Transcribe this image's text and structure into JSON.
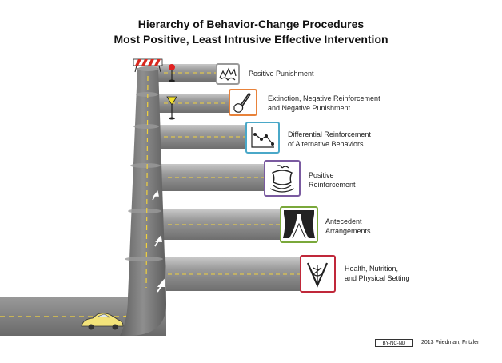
{
  "title": {
    "line1": "Hierarchy of Behavior-Change Procedures",
    "line2": "Most Positive, Least Intrusive Effective Intervention"
  },
  "levels": [
    {
      "label": "Positive Punishment",
      "icon": "abstract-scribble-icon",
      "color": "#9a9a9a"
    },
    {
      "label": "Extinction, Negative Reinforcement\nand Negative Punishment",
      "icon": "hand-with-brush-icon",
      "color": "#e8823a"
    },
    {
      "label": "Differential Reinforcement\nof Alternative Behaviors",
      "icon": "descending-line-chart-icon",
      "color": "#4aa8c8"
    },
    {
      "label": "Positive\nReinforcement",
      "icon": "treat-pouch-icon",
      "color": "#7a5aa0"
    },
    {
      "label": "Antecedent\nArrangements",
      "icon": "stage-curtain-icon",
      "color": "#7aa83a"
    },
    {
      "label": "Health, Nutrition,\nand Physical Setting",
      "icon": "caduceus-icon",
      "color": "#c0283a"
    }
  ],
  "signs": {
    "stop": "red-stop-light-icon",
    "yield": "yellow-yield-sign-icon",
    "barrier": "road-barrier-icon",
    "vehicle": "yellow-car-icon"
  },
  "footer": {
    "license": "BY-NC-ND",
    "credit": "2013 Friedman, Fritzler"
  }
}
